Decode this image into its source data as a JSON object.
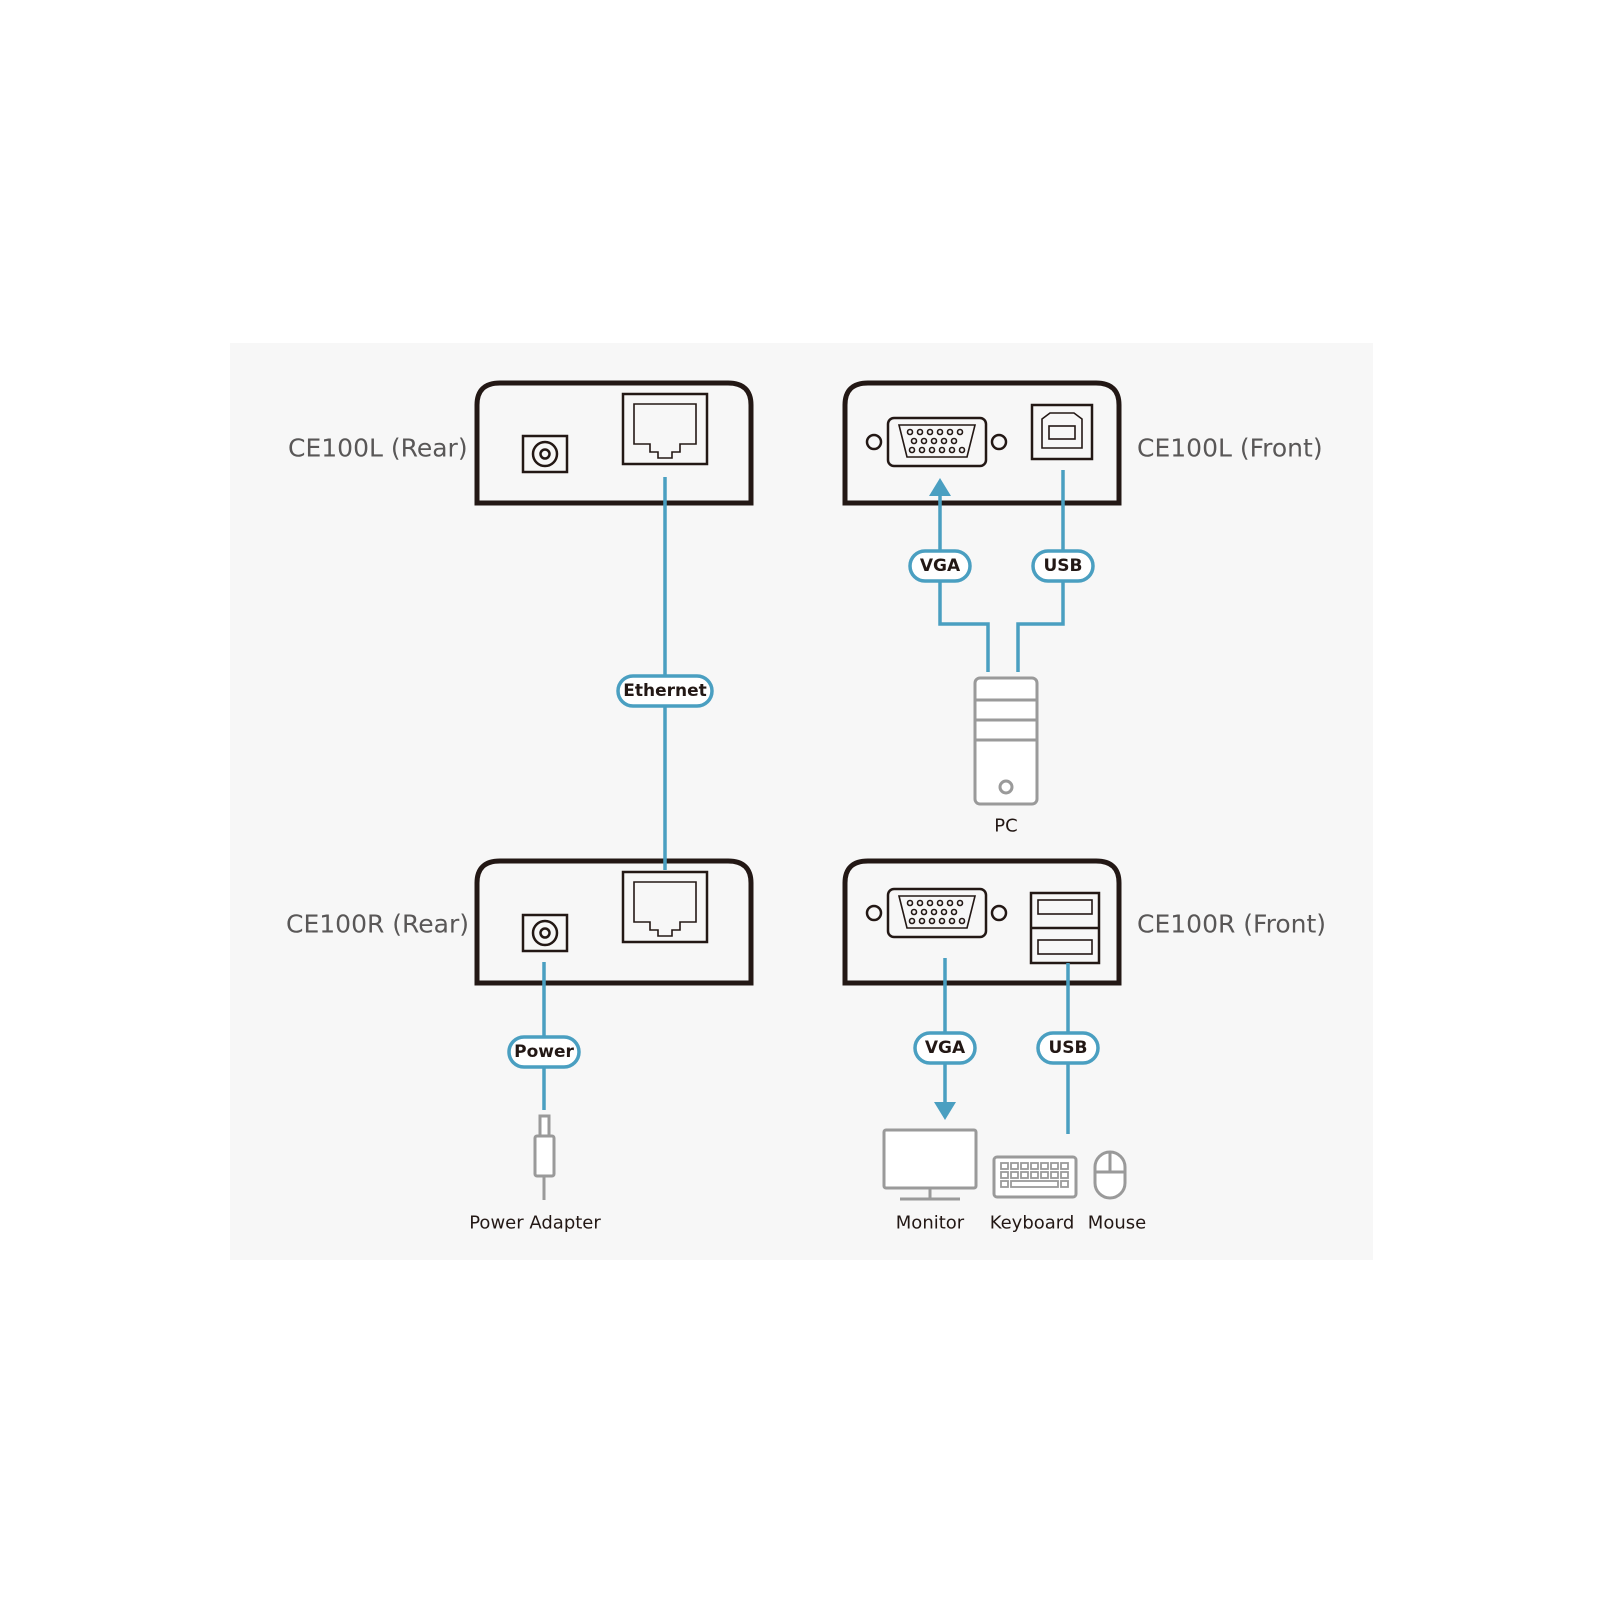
{
  "devices": {
    "ce100l_rear": "CE100L (Rear)",
    "ce100l_front": "CE100L (Front)",
    "ce100r_rear": "CE100R (Rear)",
    "ce100r_front": "CE100R (Front)"
  },
  "cables": {
    "ethernet": "Ethernet",
    "vga_top": "VGA",
    "usb_top": "USB",
    "power": "Power",
    "vga_bottom": "VGA",
    "usb_bottom": "USB"
  },
  "peripherals": {
    "pc": "PC",
    "power_adapter": "Power Adapter",
    "monitor": "Monitor",
    "keyboard": "Keyboard",
    "mouse": "Mouse"
  },
  "colors": {
    "cable": "#4a9fc1",
    "device_outline": "#231815",
    "peripheral": "#9a9a9a",
    "label": "#595757"
  },
  "icons": [
    "dc-power-jack-icon",
    "rj45-port-icon",
    "vga-port-icon",
    "usb-b-port-icon",
    "usb-a-dual-port-icon",
    "pc-tower-icon",
    "power-plug-icon",
    "monitor-icon",
    "keyboard-icon",
    "mouse-icon"
  ]
}
